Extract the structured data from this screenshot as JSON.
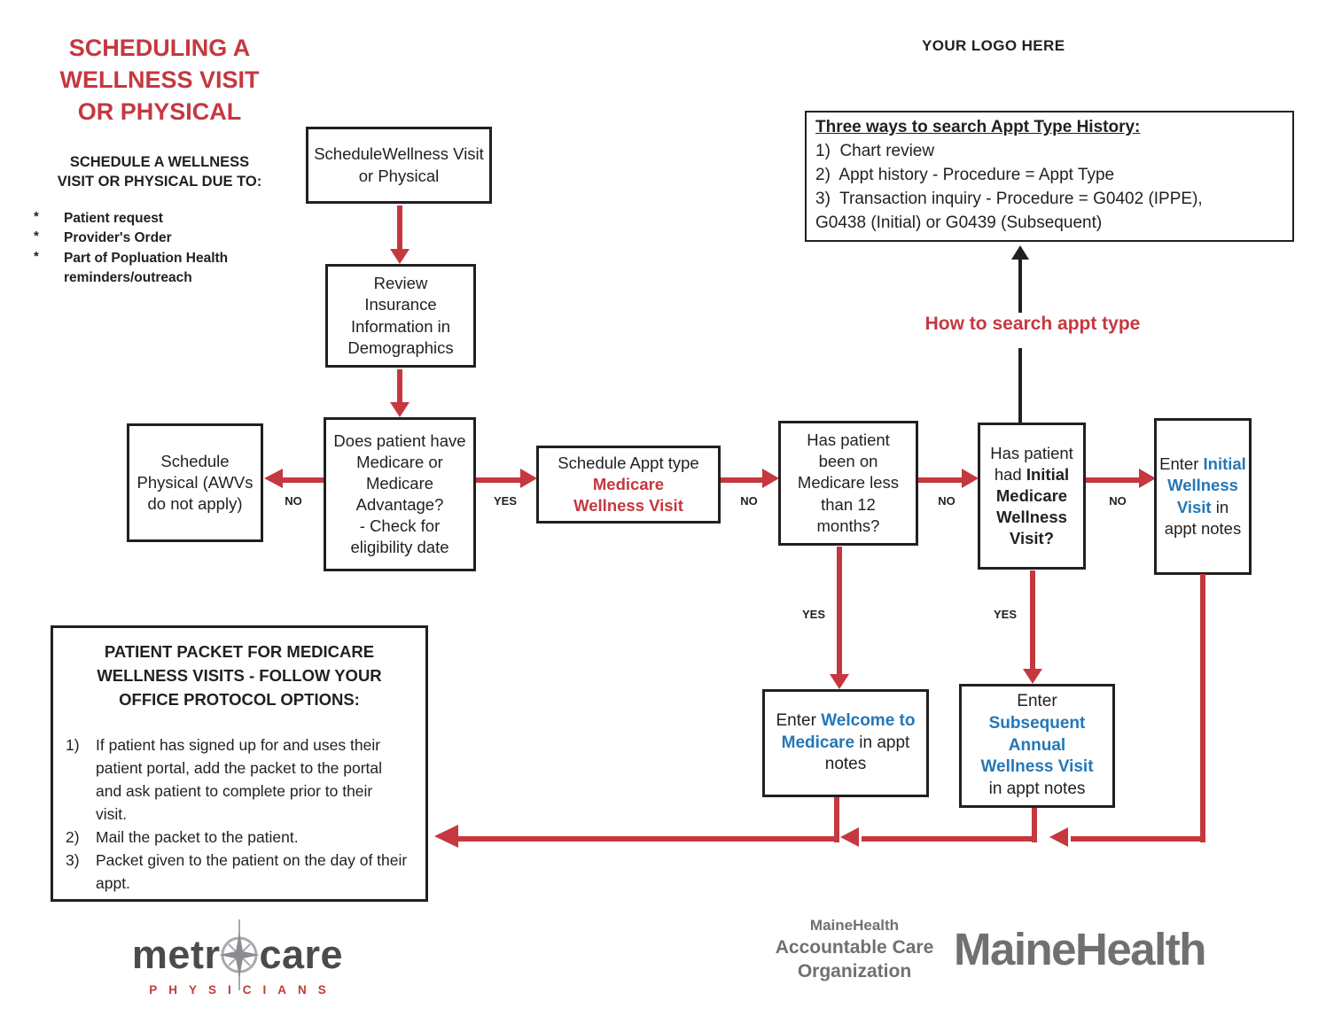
{
  "colors": {
    "red": "#c5383f",
    "blue": "#2477b8",
    "black": "#231f20",
    "gray": "#6f7072"
  },
  "header": {
    "title_lines": [
      "SCHEDULING A",
      "WELLNESS VISIT",
      "OR PHYSICAL"
    ],
    "logo_placeholder": "YOUR LOGO HERE",
    "subtitle_lines": [
      "SCHEDULE A WELLNESS",
      "VISIT OR PHYSICAL DUE TO:"
    ],
    "bullets": [
      {
        "marker": "*",
        "text": "Patient request"
      },
      {
        "marker": "*",
        "text": "Provider's Order"
      },
      {
        "marker": "*",
        "text": "Part of Popluation Health reminders/outreach"
      }
    ]
  },
  "search_box": {
    "title": "Three ways to search Appt Type History:",
    "lines": [
      "1)  Chart review",
      "2)  Appt history - Procedure = Appt Type",
      "3)  Transaction inquiry - Procedure = G0402 (IPPE),",
      "G0438 (Initial) or G0439 (Subsequent)"
    ],
    "pointer_label": "How to search appt type"
  },
  "nodes": {
    "start": {
      "text": "ScheduleWellness Visit or Physical"
    },
    "review": {
      "text": "Review Insurance Information in Demographics"
    },
    "physical": {
      "text": "Schedule Physical (AWVs do not apply)"
    },
    "medicare_q": {
      "question": "Does patient have Medicare or Medicare Advantage?",
      "check": "- Check for eligibility date"
    },
    "appt_type": {
      "prefix": "Schedule Appt type",
      "highlight": "Medicare Wellness Visit"
    },
    "less12": {
      "text": "Has patient been on Medicare less than 12 months?"
    },
    "had_initial": {
      "prefix": "Has patient had ",
      "bold": "Initial Medicare Wellness Visit?"
    },
    "enter_initial": {
      "prefix": "Enter ",
      "highlight": "Initial Wellness Visit",
      "suffix": " in appt notes"
    },
    "enter_welcome": {
      "prefix": "Enter ",
      "highlight": "Welcome to Medicare",
      "suffix": " in appt notes"
    },
    "enter_subsequent": {
      "prefix": "Enter ",
      "highlight": "Subsequent Annual Wellness Visit",
      "suffix": " in appt notes"
    }
  },
  "edge_labels": {
    "no_physical": "NO",
    "yes_medicare": "YES",
    "no_wellness": "NO",
    "no_less12": "NO",
    "no_initial": "NO",
    "yes_less12": "YES",
    "yes_initial": "YES"
  },
  "packet_box": {
    "title": "PATIENT PACKET FOR MEDICARE WELLNESS VISITS - FOLLOW YOUR OFFICE PROTOCOL OPTIONS:",
    "items": [
      {
        "num": "1)",
        "text": "If patient has signed up for and uses their patient portal, add the packet to the portal and ask patient to complete prior to their visit."
      },
      {
        "num": "2)",
        "text": "Mail the packet to the patient."
      },
      {
        "num": "3)",
        "text": "Packet given to the patient on the day of their appt."
      }
    ]
  },
  "footer": {
    "metrocare": {
      "word_left": "metr",
      "word_right": "care",
      "sub": "PHYSICIANS"
    },
    "aco_lines": [
      "MaineHealth",
      "Accountable Care",
      "Organization"
    ],
    "mainehealth": "MaineHealth"
  }
}
